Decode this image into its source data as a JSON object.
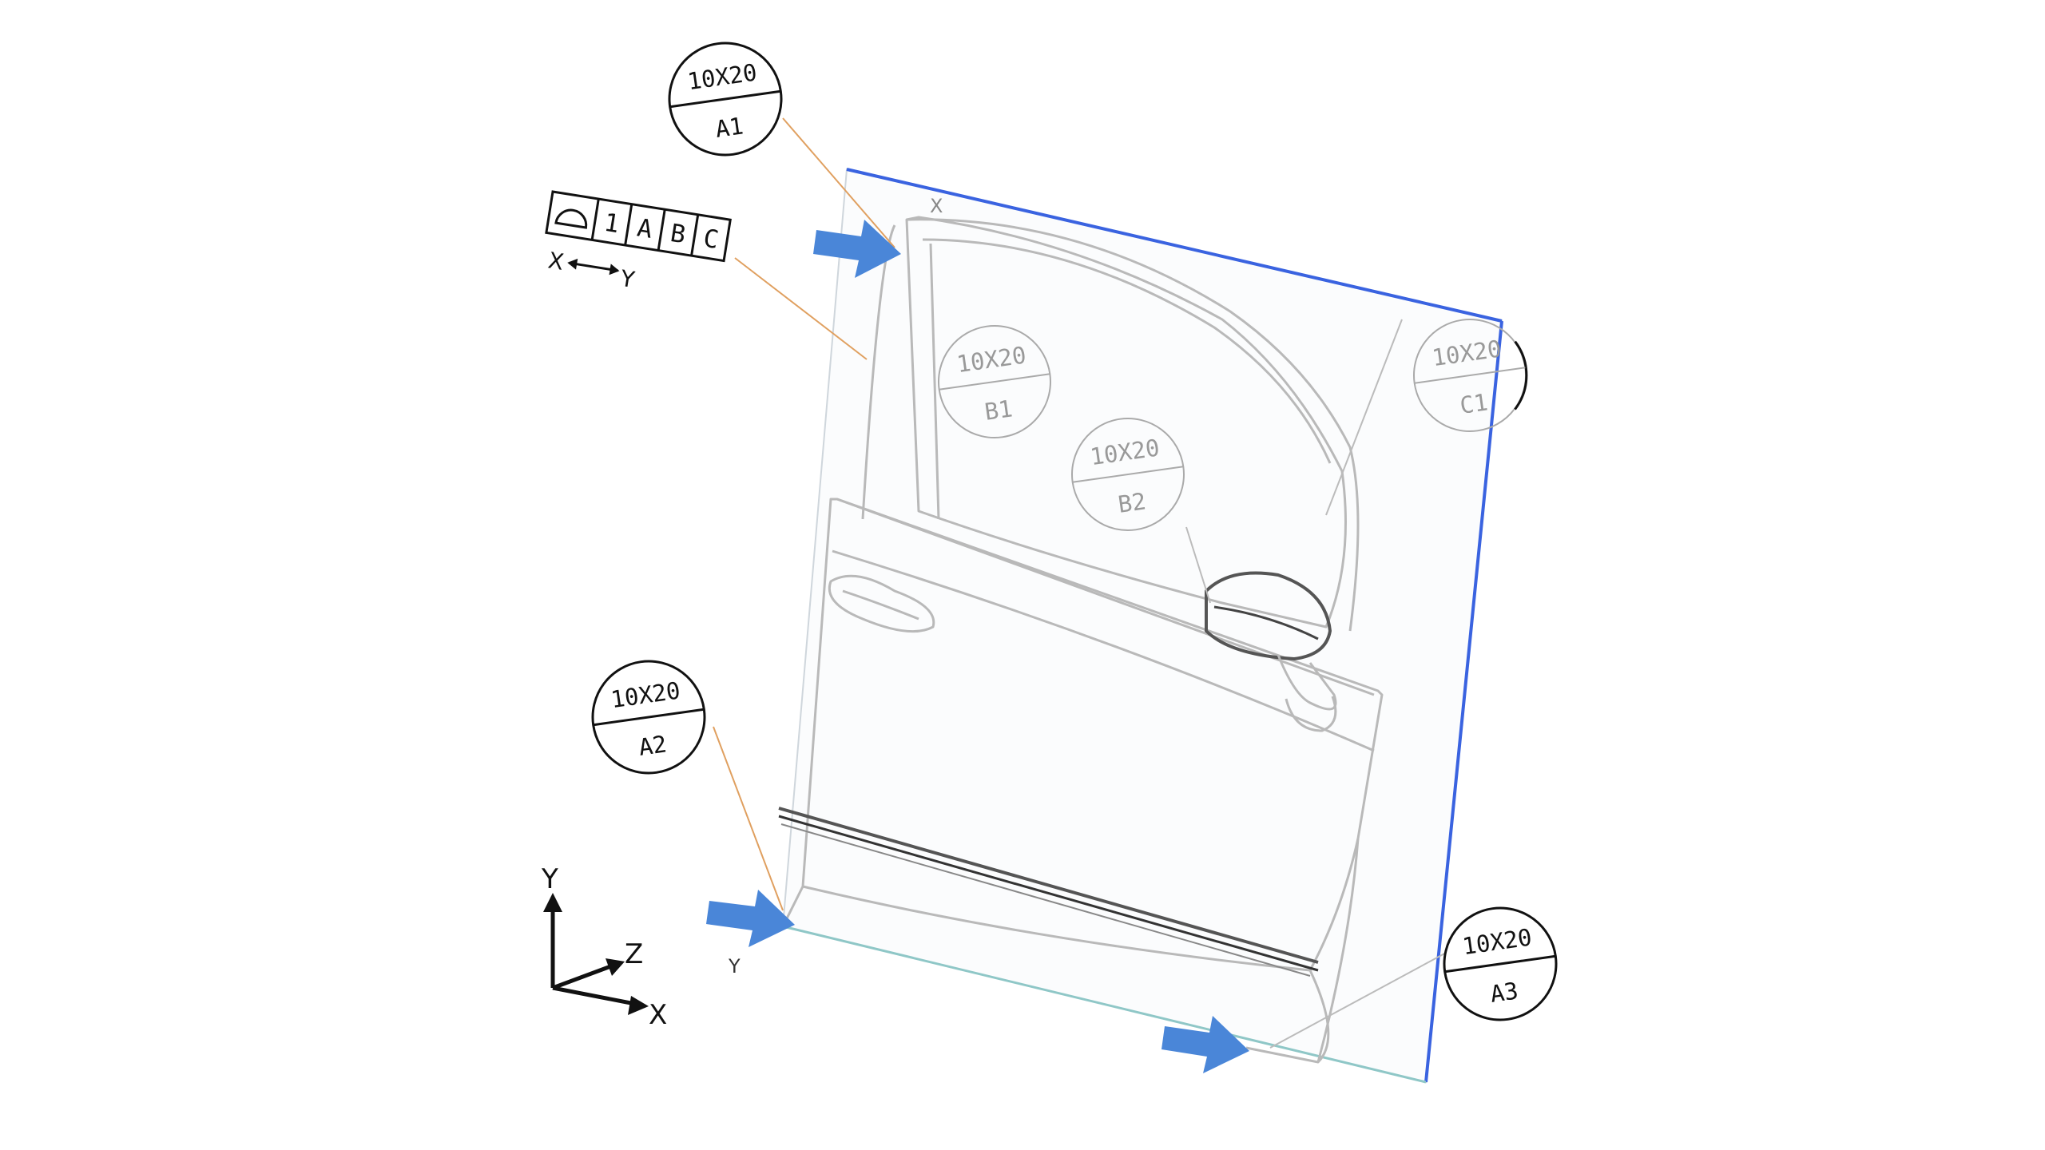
{
  "balloons": {
    "a1": {
      "size": "10X20",
      "datum": "A1"
    },
    "a2": {
      "size": "10X20",
      "datum": "A2"
    },
    "a3": {
      "size": "10X20",
      "datum": "A3"
    },
    "b1": {
      "size": "10X20",
      "datum": "B1"
    },
    "b2": {
      "size": "10X20",
      "datum": "B2"
    },
    "c1": {
      "size": "10X20",
      "datum": "C1"
    }
  },
  "control_frame": {
    "symbol": "profile-of-surface",
    "tolerance": "1",
    "datums": [
      "A",
      "B",
      "C"
    ],
    "direction_left": "X",
    "direction_right": "Y"
  },
  "coordinate_axes": {
    "y": "Y",
    "z": "Z",
    "x": "X"
  },
  "local_labels": {
    "top": "X",
    "bottom": "Y"
  },
  "colors": {
    "locator_arrow": "#4a86d8",
    "plane_edge": "#3a63e0",
    "leader": "#e0a060",
    "part_outline": "#b9b9b9"
  }
}
